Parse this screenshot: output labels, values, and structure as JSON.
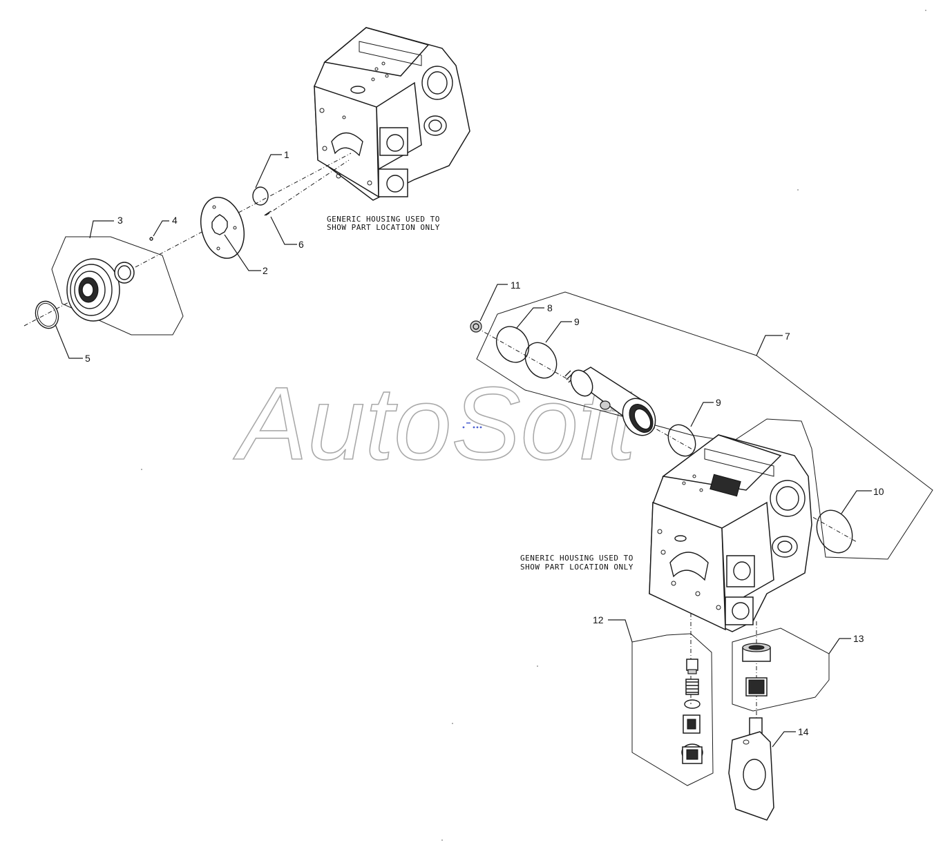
{
  "watermark": "AutoSoft",
  "notes": {
    "housing_top": [
      "GENERIC HOUSING USED TO",
      "SHOW PART LOCATION ONLY"
    ],
    "housing_bottom": [
      "GENERIC HOUSING USED TO",
      "SHOW PART LOCATION ONLY"
    ]
  },
  "callouts": {
    "c1": "1",
    "c2": "2",
    "c3": "3",
    "c4": "4",
    "c5": "5",
    "c6": "6",
    "c7": "7",
    "c8": "8",
    "c9a": "9",
    "c9b": "9",
    "c10": "10",
    "c11": "11",
    "c12": "12",
    "c13": "13",
    "c14": "14"
  }
}
